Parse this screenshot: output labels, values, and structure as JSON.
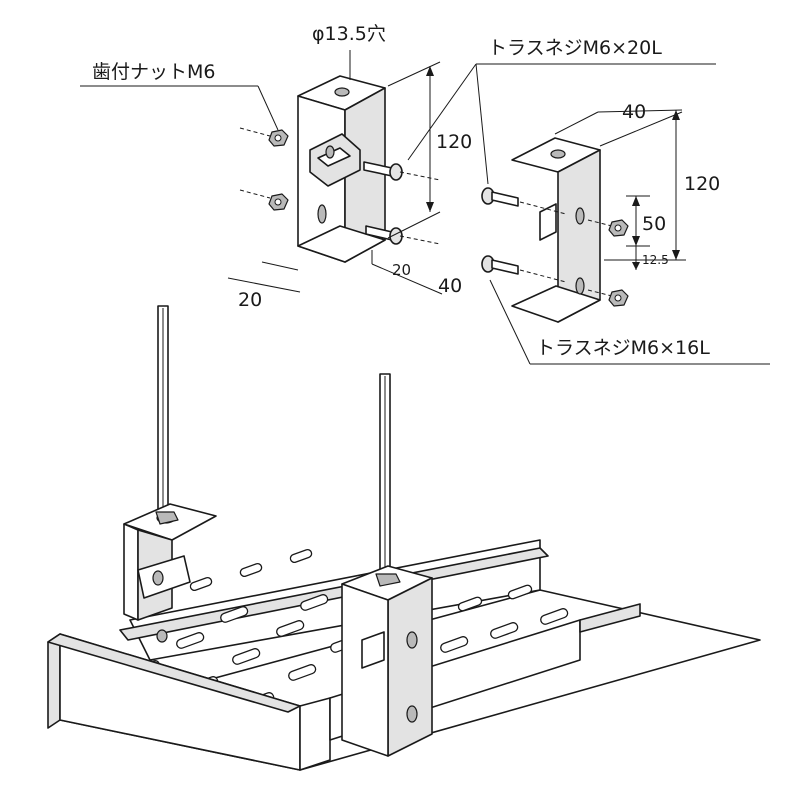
{
  "labels": {
    "hole": "φ13.5穴",
    "screw_20": "トラスネジM6×20L",
    "nut": "歯付ナットM6",
    "screw_16": "トラスネジM6×16L"
  },
  "dimensions": {
    "left_height": "120",
    "left_depth": "40",
    "left_slot": "20",
    "left_width": "20",
    "right_width": "40",
    "right_height": "120",
    "right_spacing": "50",
    "right_offset": "12.5"
  }
}
